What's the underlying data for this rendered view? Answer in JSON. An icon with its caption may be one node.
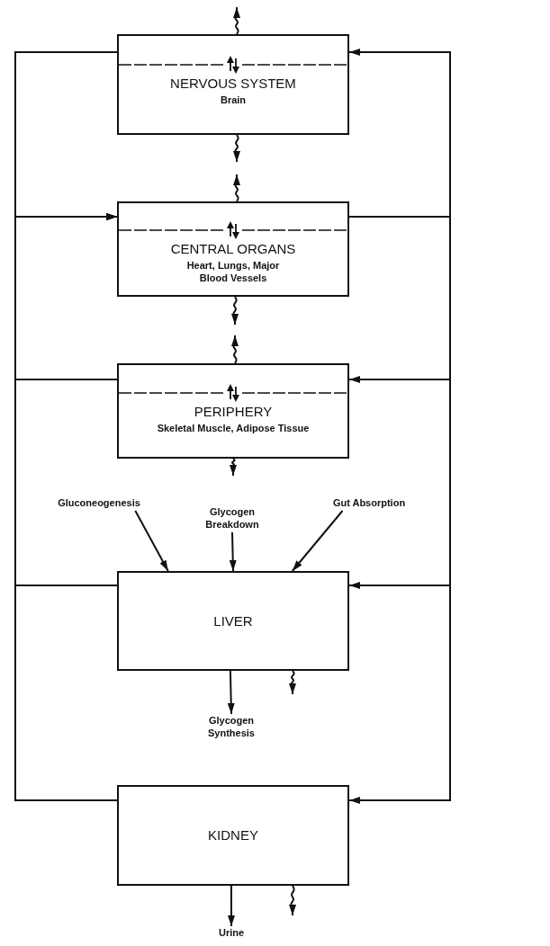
{
  "diagram": {
    "nodes": [
      {
        "text": [
          "NERVOUS SYSTEM",
          "Brain"
        ]
      },
      {
        "text": [
          "CENTRAL ORGANS",
          "Heart, Lungs, Major Blood Vessels"
        ]
      },
      {
        "text": [
          "PERIPHERY",
          "Skeletal Muscle, Adipose Tissue"
        ]
      },
      {
        "text": [
          "Gluconeogenesis"
        ]
      },
      {
        "text": [
          "Glycogen Breakdown"
        ]
      },
      {
        "text": [
          "Gut Absorption"
        ]
      },
      {
        "text": [
          "LIVER"
        ]
      },
      {
        "text": [
          "Glycogen Synthesis"
        ]
      },
      {
        "text": [
          "KIDNEY"
        ]
      },
      {
        "text": [
          "Urine"
        ]
      }
    ],
    "edges": [
      {
        "from": 1,
        "to": 0,
        "arrow": "to"
      },
      {
        "from": 1,
        "to": 2,
        "arrow": "to"
      },
      {
        "from": 1,
        "to": 6,
        "arrow": "to"
      },
      {
        "from": 1,
        "to": 8,
        "arrow": "to"
      },
      {
        "from": 0,
        "to": 1,
        "arrow": "to"
      },
      {
        "from": 2,
        "to": 1,
        "arrow": "to"
      },
      {
        "from": 6,
        "to": 1,
        "arrow": "to"
      },
      {
        "from": 8,
        "to": 1,
        "arrow": "to"
      },
      {
        "from": 3,
        "to": 6,
        "arrow": "to"
      },
      {
        "from": 4,
        "to": 6,
        "arrow": "to"
      },
      {
        "from": 5,
        "to": 6,
        "arrow": "to"
      },
      {
        "from": 6,
        "to": 7,
        "arrow": "to"
      },
      {
        "from": 8,
        "to": 9,
        "arrow": "to"
      },
      {
        "from": 0,
        "to": null,
        "arrow": "to"
      },
      {
        "from": 0,
        "to": null,
        "arrow": "to"
      },
      {
        "from": 1,
        "to": null,
        "arrow": "to"
      },
      {
        "from": 1,
        "to": null,
        "arrow": "to"
      },
      {
        "from": 2,
        "to": null,
        "arrow": "to"
      },
      {
        "from": 2,
        "to": null,
        "arrow": "to"
      },
      {
        "from": 6,
        "to": null,
        "arrow": "to"
      },
      {
        "from": 8,
        "to": null,
        "arrow": "to"
      }
    ]
  }
}
